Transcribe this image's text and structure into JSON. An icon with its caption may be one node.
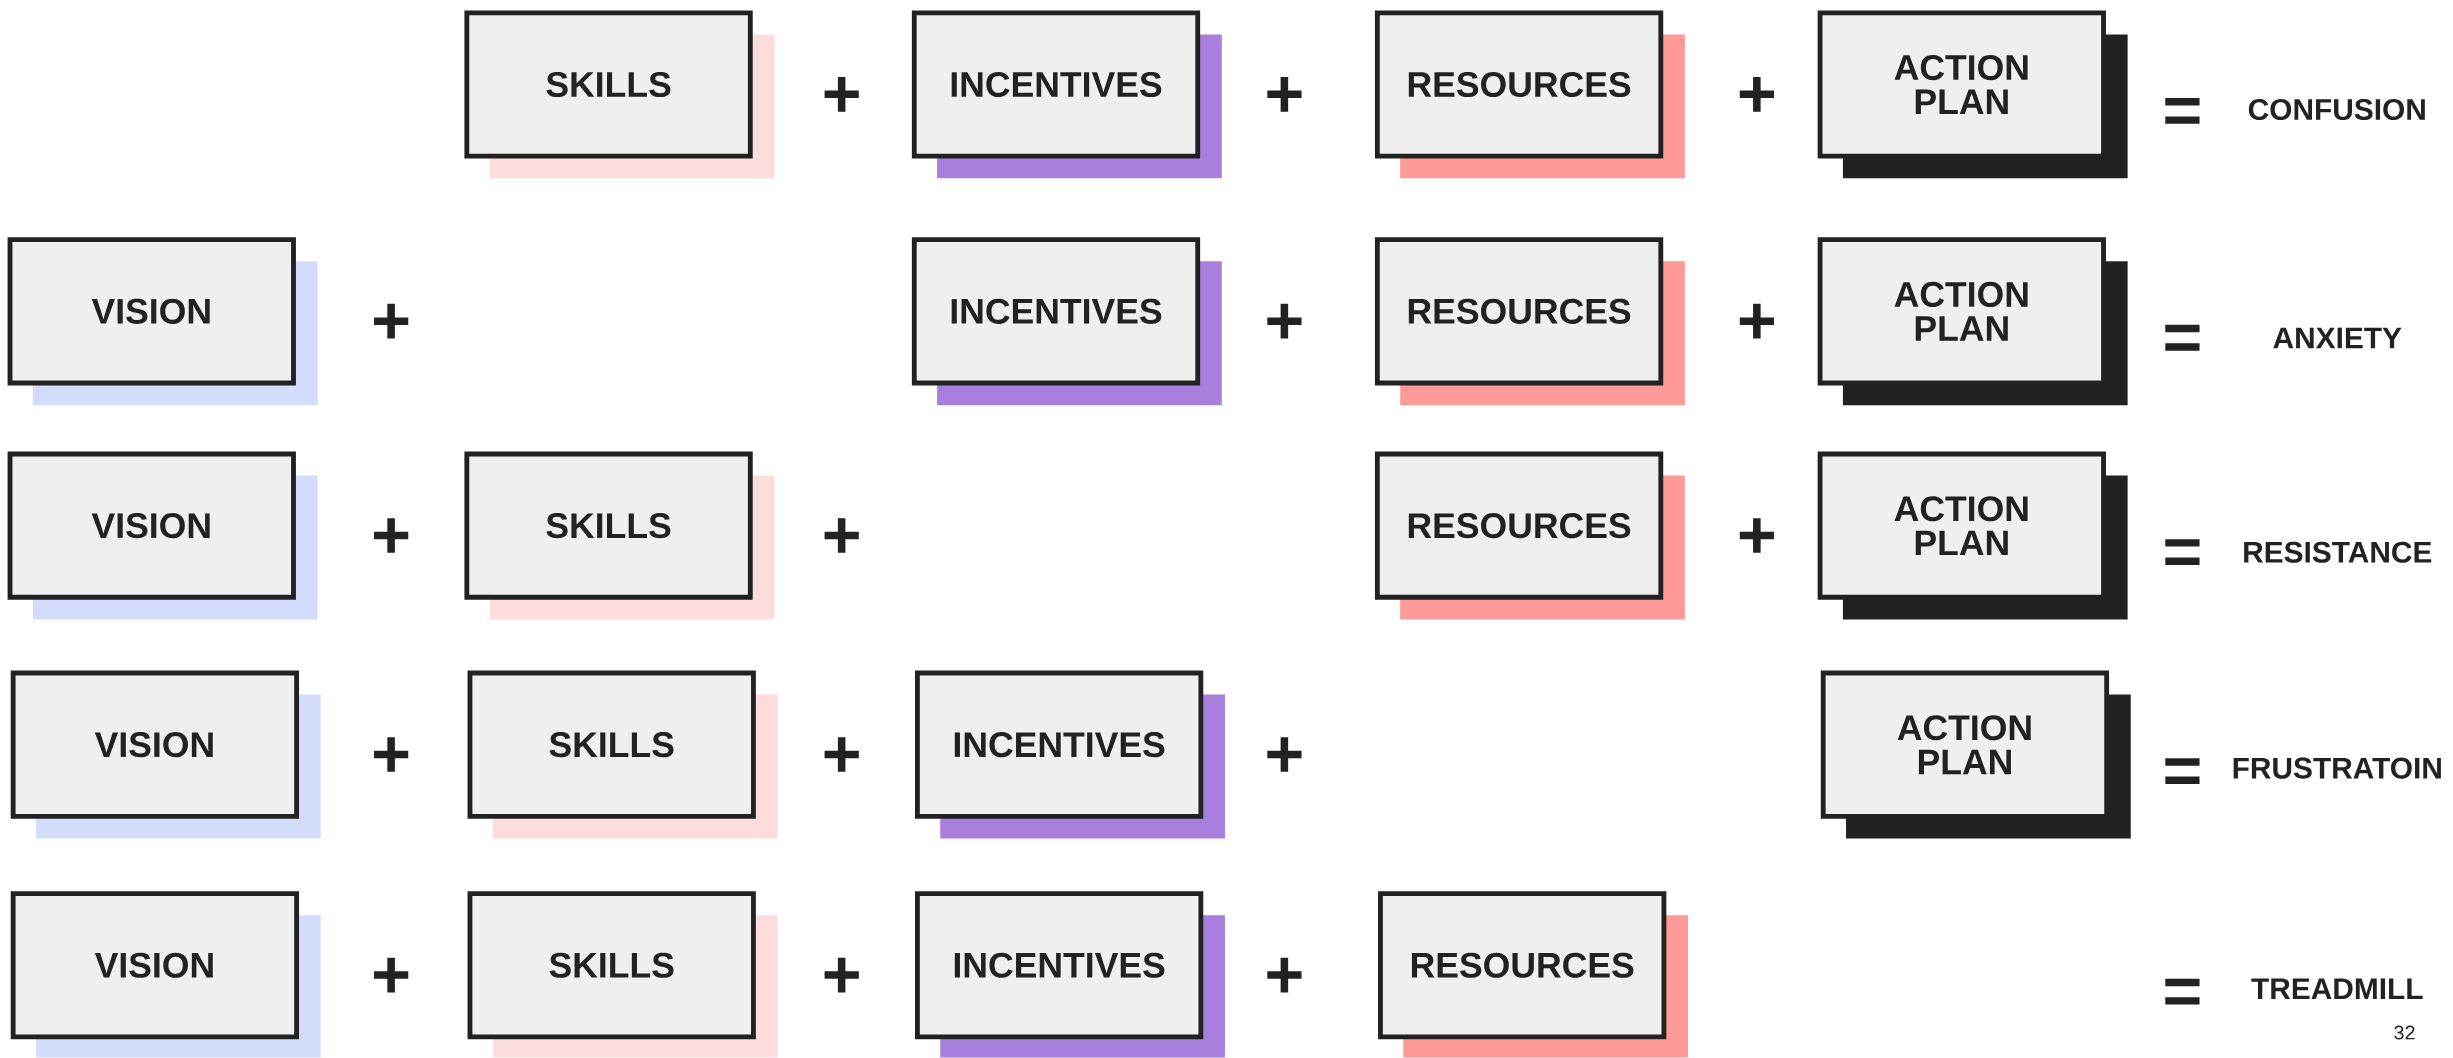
{
  "diagram": {
    "nodes": [
      {
        "text": [
          "SKILLS"
        ]
      },
      {
        "text": [
          "INCENTIVES"
        ]
      },
      {
        "text": [
          "RESOURCES"
        ]
      },
      {
        "text": [
          "ACTION PLAN"
        ]
      },
      {
        "text": [
          "VISION"
        ]
      },
      {
        "text": [
          "INCENTIVES"
        ]
      },
      {
        "text": [
          "RESOURCES"
        ]
      },
      {
        "text": [
          "ACTION PLAN"
        ]
      },
      {
        "text": [
          "VISION"
        ]
      },
      {
        "text": [
          "SKILLS"
        ]
      },
      {
        "text": [
          "RESOURCES"
        ]
      },
      {
        "text": [
          "ACTION PLAN"
        ]
      },
      {
        "text": [
          "VISION"
        ]
      },
      {
        "text": [
          "SKILLS"
        ]
      },
      {
        "text": [
          "INCENTIVES"
        ]
      },
      {
        "text": [
          "ACTION PLAN"
        ]
      },
      {
        "text": [
          "VISION"
        ]
      },
      {
        "text": [
          "SKILLS"
        ]
      },
      {
        "text": [
          "INCENTIVES"
        ]
      },
      {
        "text": [
          "RESOURCES"
        ]
      }
    ],
    "labels": [
      "+",
      "+",
      "+",
      "=",
      "CONFUSION",
      "+",
      "+",
      "+",
      "=",
      "ANXIETY",
      "+",
      "+",
      "+",
      "=",
      "RESISTANCE",
      "+",
      "+",
      "+",
      "=",
      "FRUSTRATOIN",
      "+",
      "+",
      "+",
      "=",
      "TREADMILL",
      "32"
    ]
  }
}
